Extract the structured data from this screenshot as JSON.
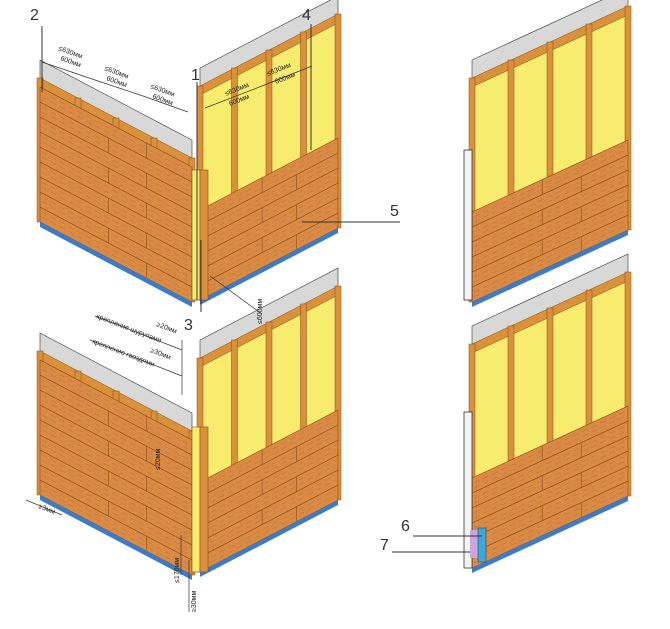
{
  "colors": {
    "wall": "#d8d8d8",
    "insulation": "#f7ec6e",
    "batten": "#d9913c",
    "battenEdge": "#8a4a15",
    "siding": "#d98a45",
    "sidingGrain": "#b86628",
    "baseStrip": "#3b7bc8",
    "line": "#333333",
    "marker6": "#3aa9d9",
    "marker7": "#c9a6dd"
  },
  "callouts": {
    "c1": "1",
    "c2": "2",
    "c3": "3",
    "c4": "4",
    "c5": "5",
    "c6": "6",
    "c7": "7"
  },
  "dimensions": {
    "left_le630_a": "≤630мм",
    "left_600_a": "600мм",
    "left_le630_b": "≤630мм",
    "left_600_b": "600мм",
    "left_le630_c": "≤630мм",
    "left_600_c": "600мм",
    "right_le630_a": "≤630мм",
    "right_600_a": "600мм",
    "right_le630_b": "≤630мм",
    "right_600_b": "600мм",
    "le600": "≤600мм",
    "ge20": "≥20мм",
    "ge30": "≥30мм",
    "le20": "≤20мм",
    "approx3": "≥3мм",
    "le170": "≤170мм",
    "ge30_bottom": "≥30мм"
  },
  "captions": {
    "screws": "крепление шурупами",
    "nails": "крепление гвоздями"
  }
}
